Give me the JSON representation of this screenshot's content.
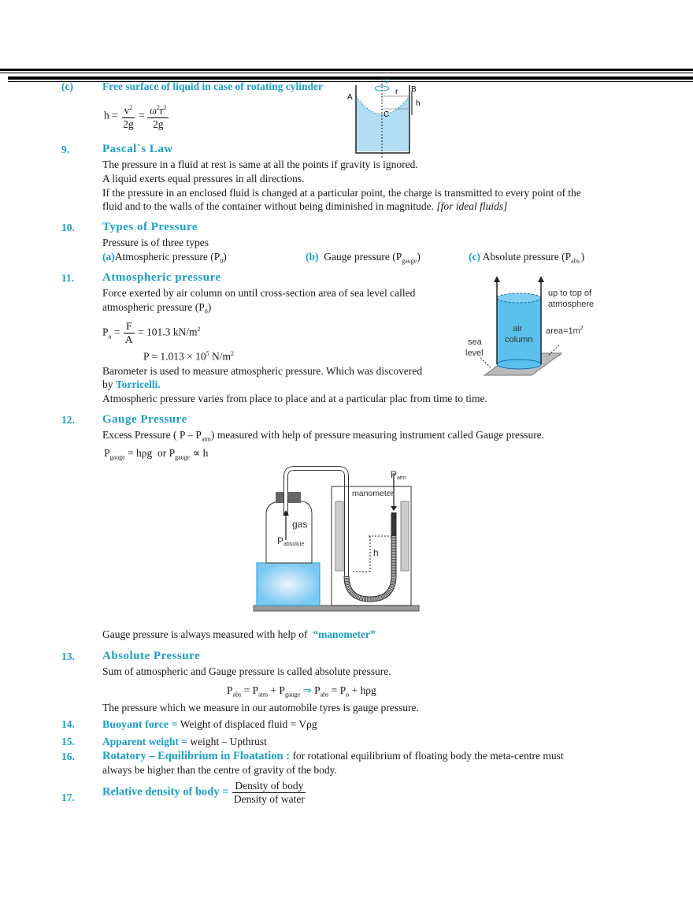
{
  "colors": {
    "accent": "#1a9fc9",
    "liquid": "#b3dcf5"
  },
  "c": {
    "label": "(c)",
    "title": "Free surface of liquid in case of rotating cylinder",
    "h": "h =",
    "n1": "v",
    "n1sup": "2",
    "d": "2g",
    "eq": "=",
    "n2a": "ω",
    "n2sup": "2",
    "n2b": "r",
    "n2sup2": "2",
    "diagram": {
      "omega": "ω",
      "A": "A",
      "B": "B",
      "C": "C",
      "r": "r",
      "h": "h"
    }
  },
  "s9": {
    "num": "9.",
    "title": "Pascal`s Law",
    "lines": [
      "The pressure in a fluid at rest is same at all the points if gravity is ignored.",
      "A liquid exerts equal pressures in all directions.",
      "If the pressure in an enclosed fluid is changed at a particular point, the charge is transmitted to every point of the",
      "fluid and to the walls of the container without being diminished in magnitude."
    ],
    "note": "[for ideal fluids]"
  },
  "s10": {
    "num": "10.",
    "title": "Types of Pressure",
    "intro": "Pressure is of three types",
    "types": [
      {
        "tag": "(a)",
        "text": "Atmospheric pressure (P",
        "sub": "0",
        "end": ")"
      },
      {
        "tag": "(b)",
        "text": "Gauge pressure (P",
        "sub": "gauge",
        "end": ")"
      },
      {
        "tag": "(c)",
        "text": "Absolute pressure (P",
        "sub": "abs.",
        "end": ")"
      }
    ]
  },
  "s11": {
    "num": "11.",
    "title": "Atmospheric pressure",
    "line1": "Force exerted by air column on until cross-section area of sea level called",
    "line2": "atmospheric pressure (P",
    "line2sub": "0",
    "line2end": ")",
    "f1": {
      "P": "P",
      "sub": "o",
      "eq": "=",
      "num": "F",
      "den": "A",
      "rest": "= 101.3 kN/m",
      "sup": "2"
    },
    "f2": {
      "text": "P = 1.013 × 10",
      "sup": "5",
      "unit": " N/m",
      "sup2": "2"
    },
    "baro": "Barometer is used to measure atmospheric pressure. Which was discovered",
    "by": "by",
    "torricelli": "Torricelli.",
    "varies": "Atmospheric pressure varies from place to place and at a particular plac from time to time.",
    "diagram": {
      "top": "up to top of",
      "top2": "atmosphere",
      "air": "air",
      "column": "column",
      "area": "area=1m",
      "areasup": "2",
      "sea": "sea",
      "level": "level"
    }
  },
  "s12": {
    "num": "12.",
    "title": "Gauge Pressure",
    "line1a": "Excess Pressure ( P – P",
    "line1sub": "atm",
    "line1b": ") measured with help of pressure measuring instrument called Gauge pressure.",
    "formula": {
      "P": "P",
      "sub": "gauge",
      "eq": "= hρg",
      "or": "or",
      "P2": "P",
      "sub2": "gauge",
      "prop": "∝ h"
    },
    "diagram": {
      "patm": "P",
      "patmsub": "atm",
      "manometer": "manometer",
      "gas": "gas",
      "pabs": "P",
      "pabssub": "absolute",
      "h": "h"
    },
    "note": "Gauge pressure is always measured with help of",
    "manometer": "“manometer”"
  },
  "s13": {
    "num": "13.",
    "title": "Absolute Pressure",
    "line1": "Sum of atmospheric and Gauge pressure is called absolute pressure.",
    "formula": {
      "a": "P",
      "asub": "abs",
      "b": "= P",
      "bsub": "atm",
      "c": "+ P",
      "csub": "gauge",
      "arrow": "⇒",
      "d": "P",
      "dsub": "abs",
      "e": "= P",
      "esub": "o",
      "f": "+ hρg"
    },
    "line2": "The pressure which we measure in our automobile tyres is gauge pressure."
  },
  "s14": {
    "num": "14.",
    "title": "Buoyant force =",
    "text": "Weight of displaced fluid  =  Vρg"
  },
  "s15": {
    "num": "15.",
    "title": "Apparent weight =",
    "text": "weight  – Upthrust"
  },
  "s16": {
    "num": "16.",
    "title": "Rotatory  – Equilibrium in Floatation :",
    "text": "for rotational equilibrium of floating body the meta-centre must",
    "text2": "always be higher than the centre of gravity of the body."
  },
  "s17": {
    "num": "17.",
    "title": "Relative density of body  =",
    "num_text": "Density of  body",
    "den_text": "Density of  water"
  }
}
